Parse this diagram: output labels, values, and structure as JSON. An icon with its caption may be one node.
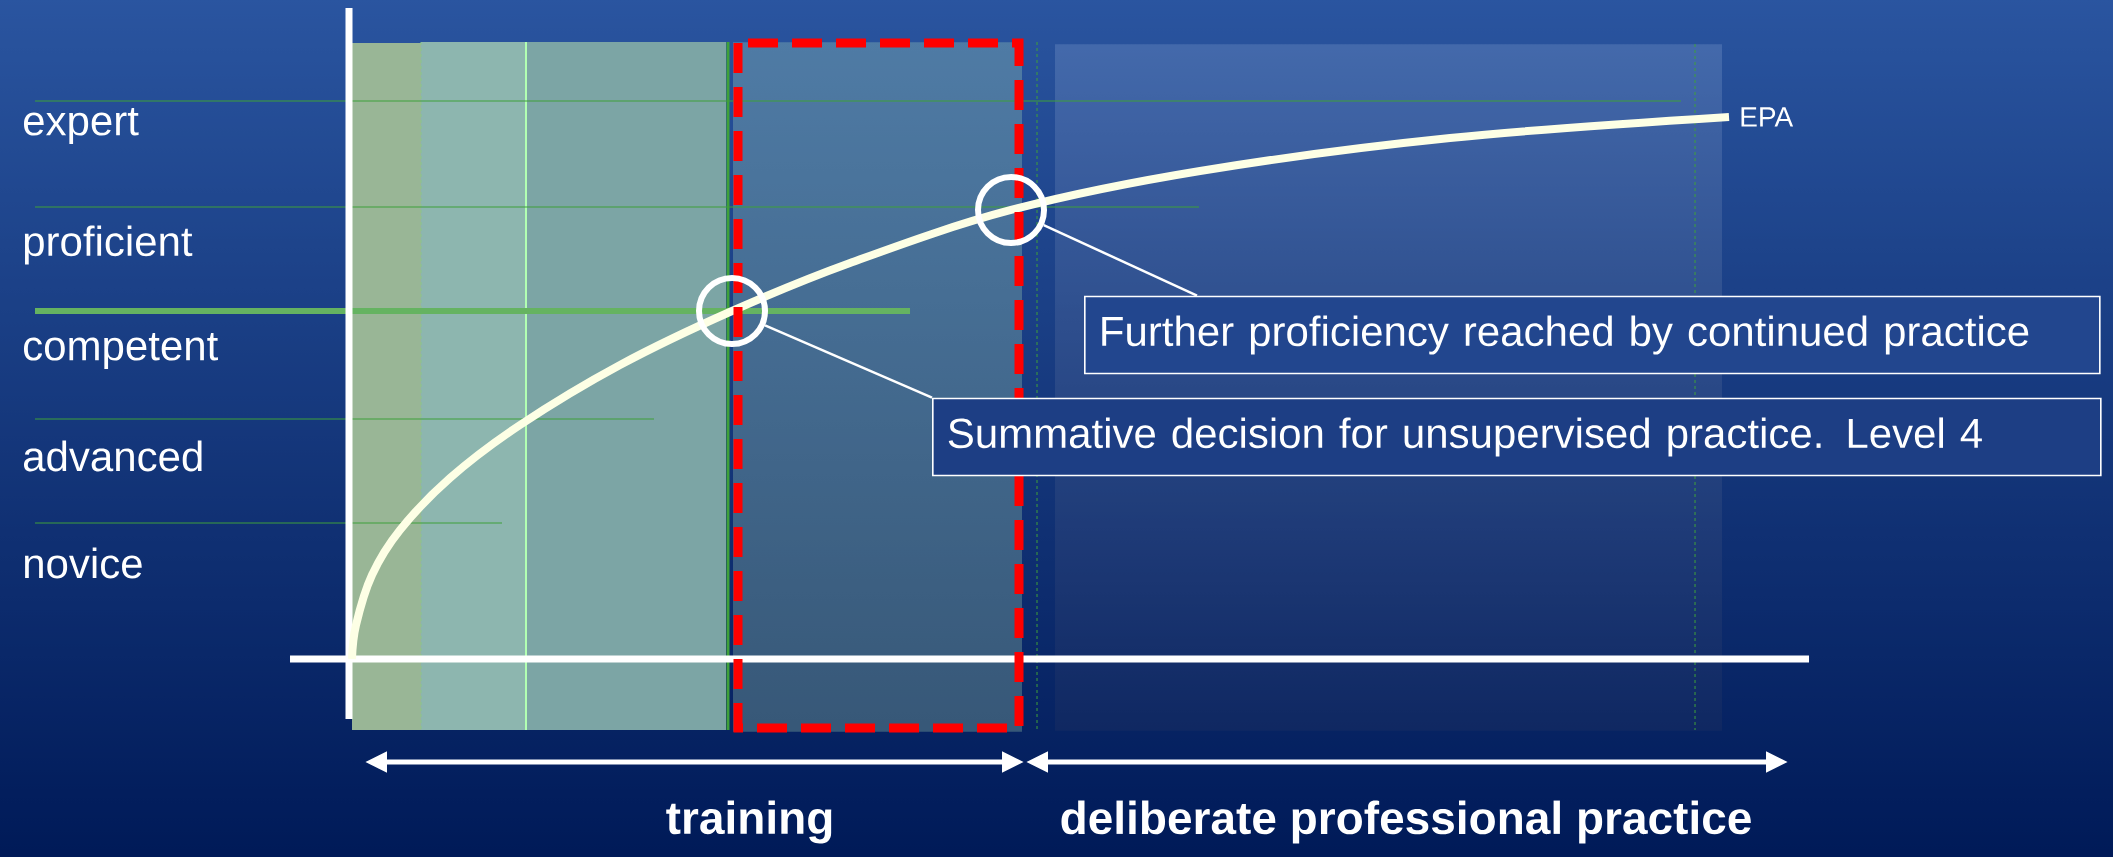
{
  "diagram": {
    "nodes": [
      {
        "text": [],
        "shape": "circle"
      },
      {
        "text": [],
        "shape": "circle"
      },
      {
        "text": [
          "Further proficiency reached by continued practice"
        ]
      },
      {
        "text": [
          "Summative decision for unsupervised practice. Level 4"
        ]
      }
    ],
    "edges": [
      {
        "from": 2,
        "to": 0,
        "arrow": "none"
      },
      {
        "from": 3,
        "to": 1,
        "arrow": "none"
      }
    ],
    "labels": [
      "expert",
      "proficient",
      "competent",
      "advanced",
      "novice",
      "EPA",
      "training",
      "deliberate professional practice"
    ]
  }
}
